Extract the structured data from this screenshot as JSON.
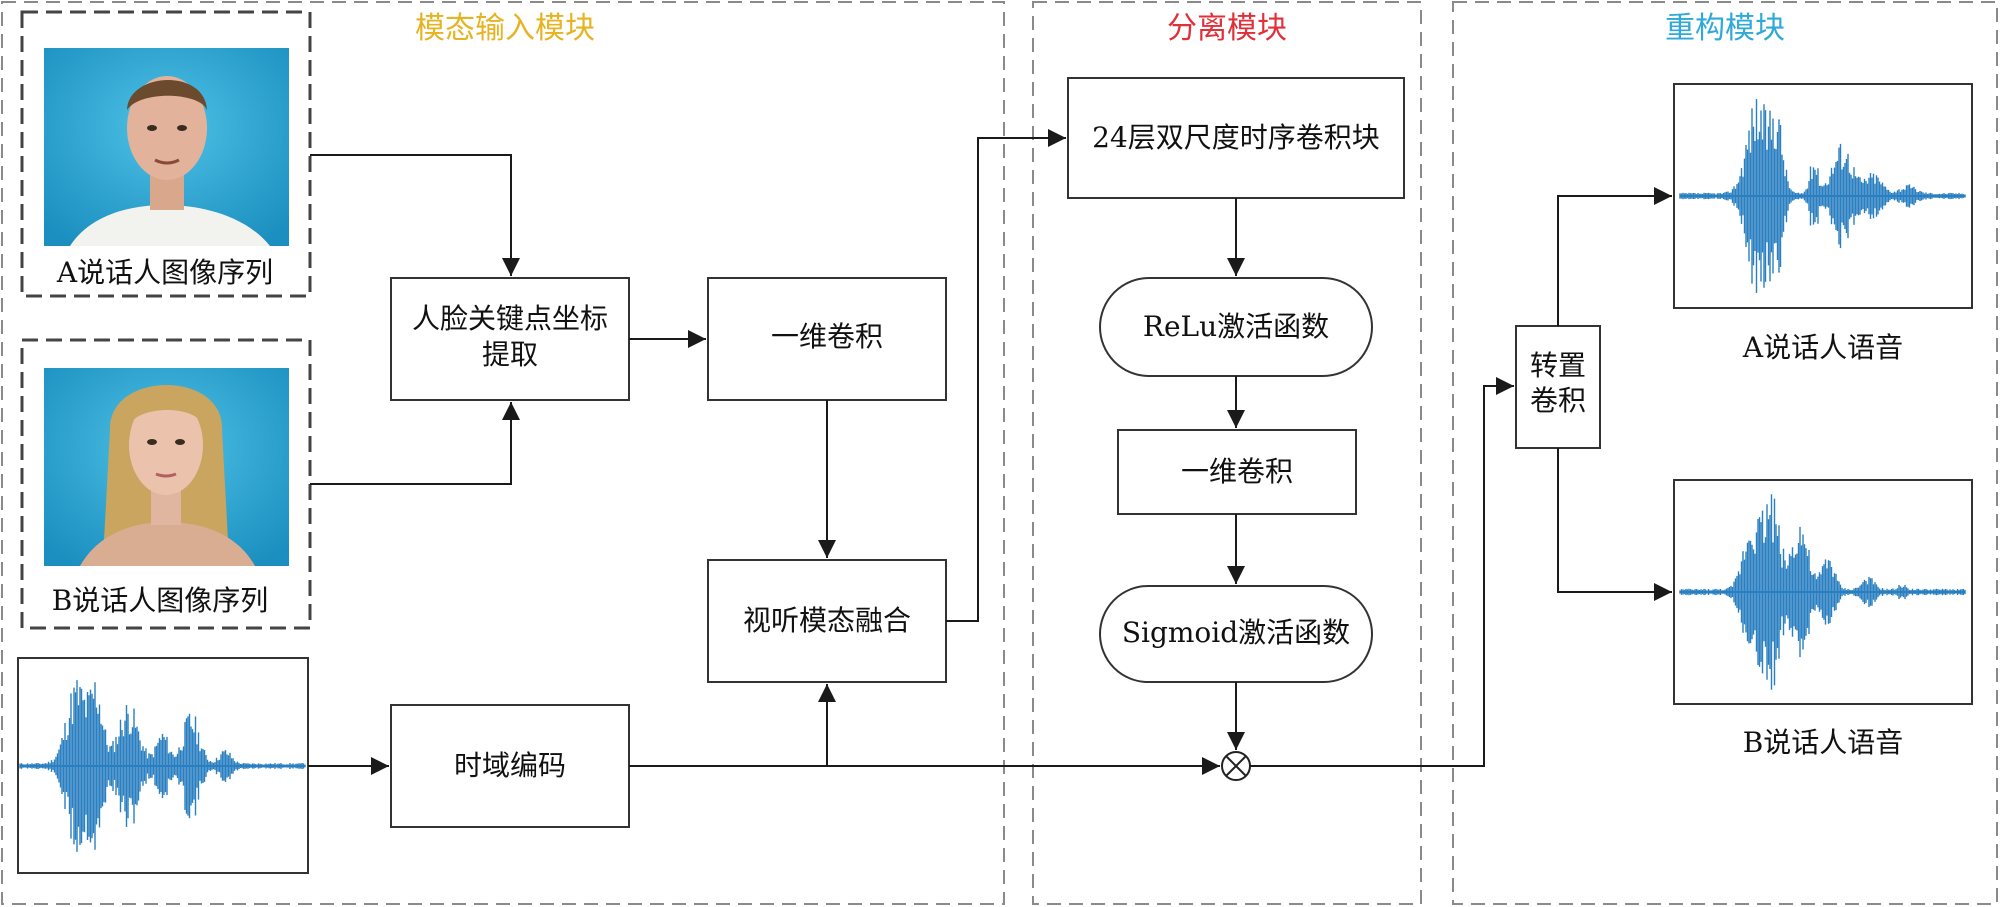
{
  "panels": {
    "input": {
      "title": "模态输入模块",
      "color": "#e6b422"
    },
    "separation": {
      "title": "分离模块",
      "color": "#e0303a"
    },
    "reconstruction": {
      "title": "重构模块",
      "color": "#2fa9d8"
    }
  },
  "inputs": {
    "speaker_a_label": "A说话人图像序列",
    "speaker_b_label": "B说话人图像序列"
  },
  "nodes": {
    "landmark_line1": "人脸关键点坐标",
    "landmark_line2": "提取",
    "conv1d_visual": "一维卷积",
    "av_fusion": "视听模态融合",
    "time_encoding": "时域编码",
    "tcn_block": "24层双尺度时序卷积块",
    "relu": "ReLu激活函数",
    "conv1d_sep": "一维卷积",
    "sigmoid": "Sigmoid激活函数",
    "transpose_line1": "转置",
    "transpose_line2": "卷积"
  },
  "outputs": {
    "speaker_a_audio": "A说话人语音",
    "speaker_b_audio": "B说话人语音"
  },
  "colors": {
    "wave": "#2a7fc1",
    "photo_bg": "#2aa3cf",
    "line": "#1a1a1a",
    "dash": "#8a8a8a"
  }
}
